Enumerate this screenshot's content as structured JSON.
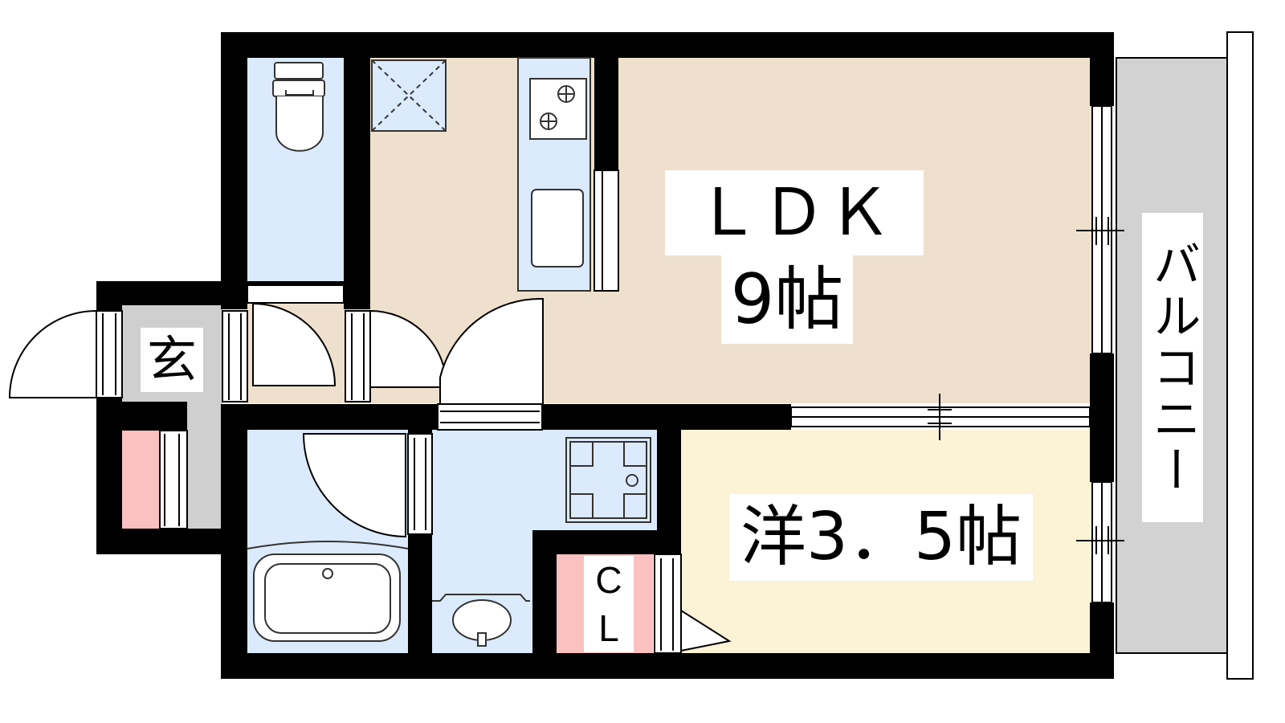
{
  "rooms": {
    "ldk": {
      "name": "ＬＤＫ",
      "size": "9帖"
    },
    "western": {
      "label": "洋3．5帖"
    },
    "entrance": {
      "label": "玄"
    },
    "closet": {
      "top": "C",
      "bottom": "L"
    },
    "balcony": {
      "label": "バルコニー"
    }
  },
  "colors": {
    "wall": "#000000",
    "ldk_floor": "#eee0cc",
    "western_floor": "#fcf2d6",
    "wet_area": "#dbeafd",
    "entrance_floor": "#cfcfcf",
    "balcony_floor": "#d2d2d2",
    "storage_pink": "#fbc0c0",
    "fixture_line": "#333333"
  }
}
